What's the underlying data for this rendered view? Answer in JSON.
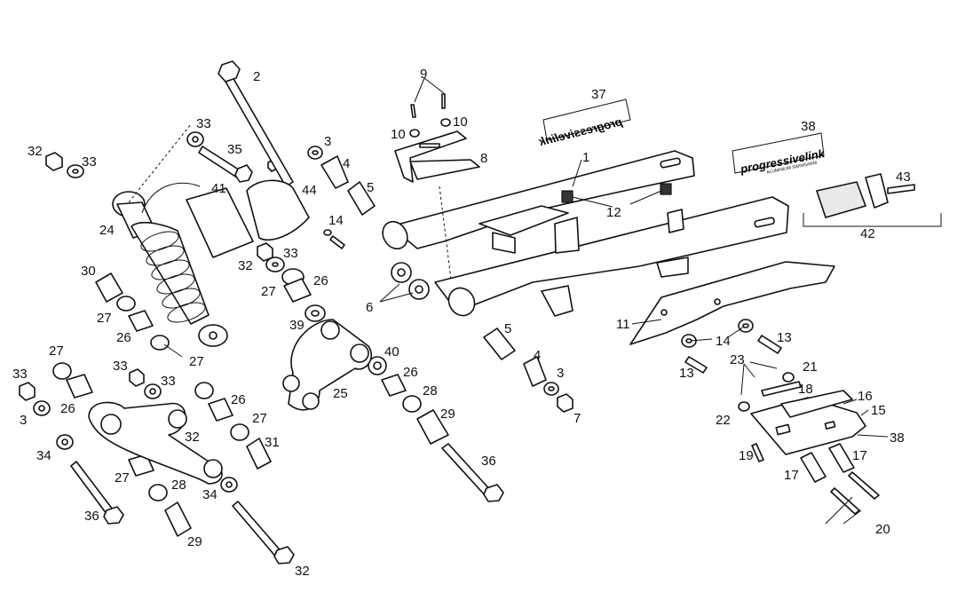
{
  "diagram": {
    "decal_text": "progressivelink",
    "decal_subtext": "ALUMINIUM SWINGARM",
    "callouts": [
      "1",
      "2",
      "3",
      "3",
      "3",
      "4",
      "4",
      "5",
      "5",
      "6",
      "7",
      "8",
      "9",
      "10",
      "10",
      "11",
      "12",
      "13",
      "13",
      "14",
      "14",
      "15",
      "16",
      "17",
      "17",
      "18",
      "19",
      "20",
      "21",
      "22",
      "23",
      "24",
      "25",
      "26",
      "26",
      "26",
      "26",
      "26",
      "27",
      "27",
      "27",
      "27",
      "27",
      "27",
      "28",
      "28",
      "29",
      "29",
      "30",
      "31",
      "32",
      "32",
      "32",
      "32",
      "33",
      "33",
      "33",
      "33",
      "33",
      "33",
      "34",
      "34",
      "35",
      "36",
      "36",
      "37",
      "38",
      "38",
      "39",
      "40",
      "41",
      "42",
      "43",
      "44"
    ]
  }
}
